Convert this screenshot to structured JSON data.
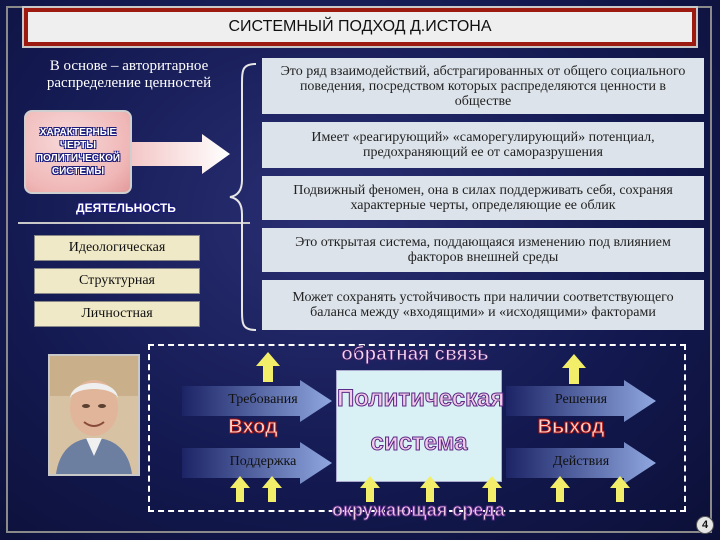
{
  "title": "СИСТЕМНЫЙ ПОДХОД Д.ИСТОНА",
  "left": {
    "basis_text": "В основе – авторитарное распределение ценностей",
    "features_label": "Характерные черты политической системы",
    "activity_label": "Деятельность",
    "types": [
      "Идеологическая",
      "Структурная",
      "Личностная"
    ]
  },
  "characteristics": [
    "Это ряд взаимодействий, абстрагированных от общего социального поведения, посредством которых распределяются ценности в обществе",
    "Имеет «реагирующий» «саморегулирующий» потенциал, предохраняющий ее от саморазрушения",
    "Подвижный феномен, она в силах поддерживать себя, сохраняя характерные черты, определяющие ее облик",
    "Это открытая система, поддающаяся изменению под влиянием факторов внешней среды",
    "Может сохранять устойчивость при наличии соответствующего баланса между «входящими» и «исходящими» факторами"
  ],
  "diagram": {
    "feedback": "обратная связь",
    "system_line1": "Политическая",
    "system_line2": "система",
    "input_label": "Вход",
    "output_label": "Выход",
    "environment": "окружающая среда",
    "inputs": [
      "Требования",
      "Поддержка"
    ],
    "outputs": [
      "Решения",
      "Действия"
    ]
  },
  "page_number": "4",
  "colors": {
    "title_border": "#9c1a10",
    "box_bg": "#dce3ea",
    "type_box_bg": "#efe9c8",
    "system_bg": "#d9f0f4",
    "arrow_yellow": "#f2ee6a",
    "arrow_blue": "#7d96d6"
  },
  "icons": [
    "portrait-photo",
    "right-arrow-icon",
    "curly-brace-icon",
    "up-arrow-icon"
  ]
}
